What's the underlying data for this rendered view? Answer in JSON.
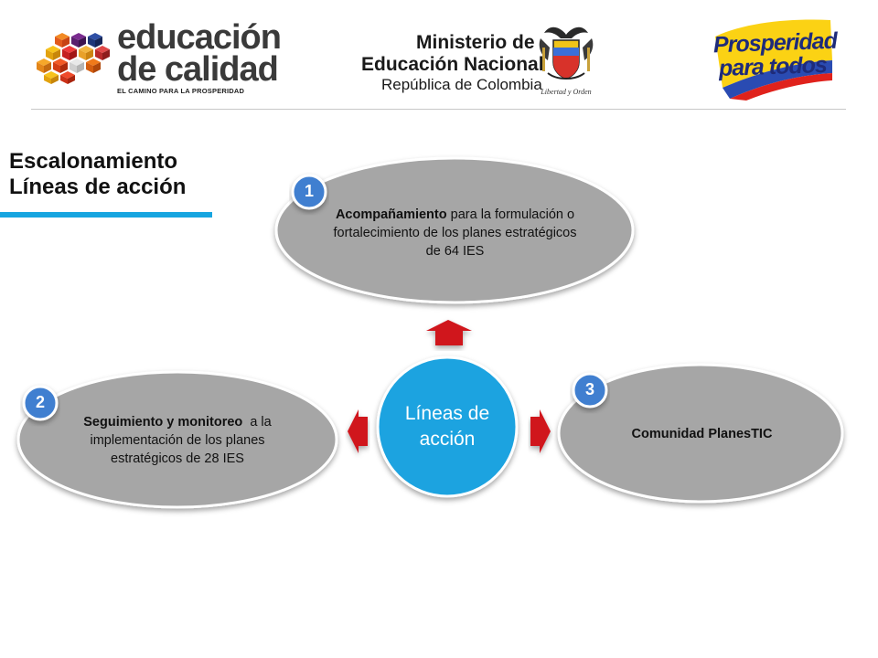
{
  "header": {
    "logo_left": {
      "line1": "educación",
      "line2": "de calidad",
      "tagline": "EL CAMINO PARA LA PROSPERIDAD"
    },
    "ministry": {
      "line1": "Ministerio de",
      "line2": "Educación Nacional",
      "line3": "República de Colombia",
      "motto": "Libertad y Orden"
    },
    "logo_right": {
      "line1": "Prosperidad",
      "line2": "para todos"
    }
  },
  "slide": {
    "title_line1": "Escalonamiento",
    "title_line2": "Líneas de acción"
  },
  "diagram": {
    "center": {
      "line1": "Líneas de",
      "line2": "acción"
    },
    "nodes": [
      {
        "number": "1",
        "bold": "Acompañamiento",
        "text": " para la formulación o fortalecimiento de los planes estratégicos de 64 IES"
      },
      {
        "number": "2",
        "bold": "Seguimiento y monitoreo",
        "text": "  a la implementación de los planes estratégicos de 28 IES"
      },
      {
        "number": "3",
        "bold": "Comunidad PlanesTIC",
        "text": ""
      }
    ]
  },
  "colors": {
    "ellipse_fill": "#a6a6a6",
    "center_fill": "#1aa3e0",
    "badge_fill": "#3f7fd0",
    "arrow_fill": "#d0141c",
    "title_bar": "#17a5e0"
  }
}
